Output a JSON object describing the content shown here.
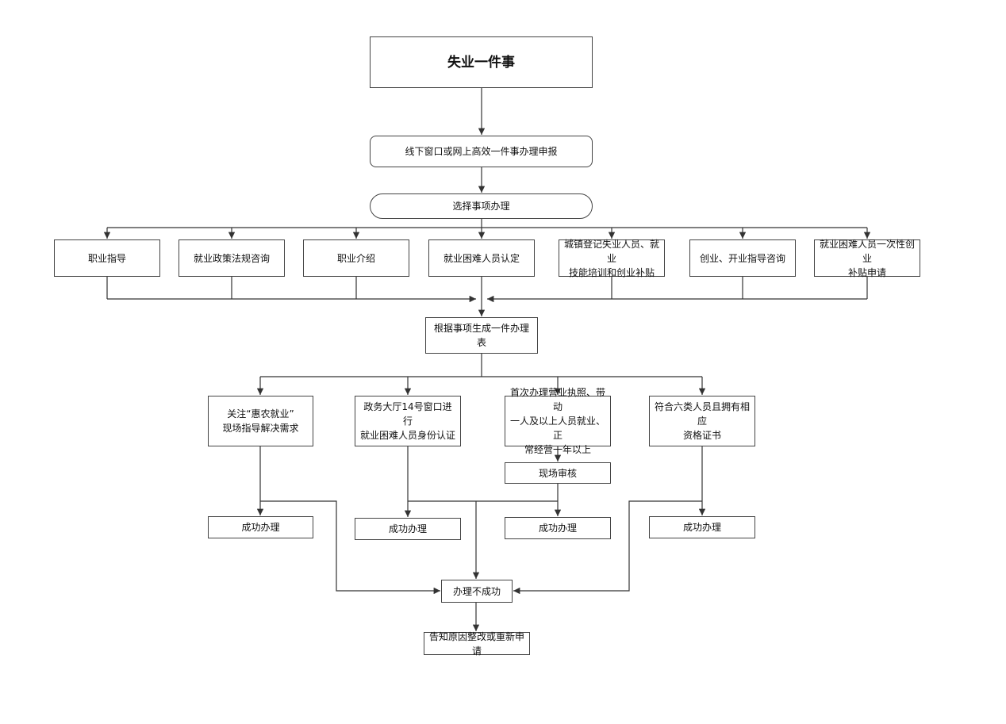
{
  "title": "失业一件事",
  "apply": "线下窗口或网上高效一件事办理申报",
  "select": "选择事项办理",
  "items": [
    "职业指导",
    "就业政策法规咨询",
    "职业介绍",
    "就业困难人员认定",
    "城镇登记失业人员、就业\n技能培训和创业补贴",
    "创业、开业指导咨询",
    "就业困难人员一次性创业\n补贴申请"
  ],
  "generate": "根据事项生成一件办理表",
  "branches": [
    "关注“惠农就业”\n现场指导解决需求",
    "政务大厅14号窗口进行\n就业困难人员身份认证",
    "首次办理营业执照、带动\n一人及以上人员就业、正\n常经营一年以上",
    "符合六类人员且拥有相应\n资格证书"
  ],
  "review": "现场审核",
  "success": [
    "成功办理",
    "成功办理",
    "成功办理",
    "成功办理"
  ],
  "fail": "办理不成功",
  "final": "告知原因整改或重新申请"
}
